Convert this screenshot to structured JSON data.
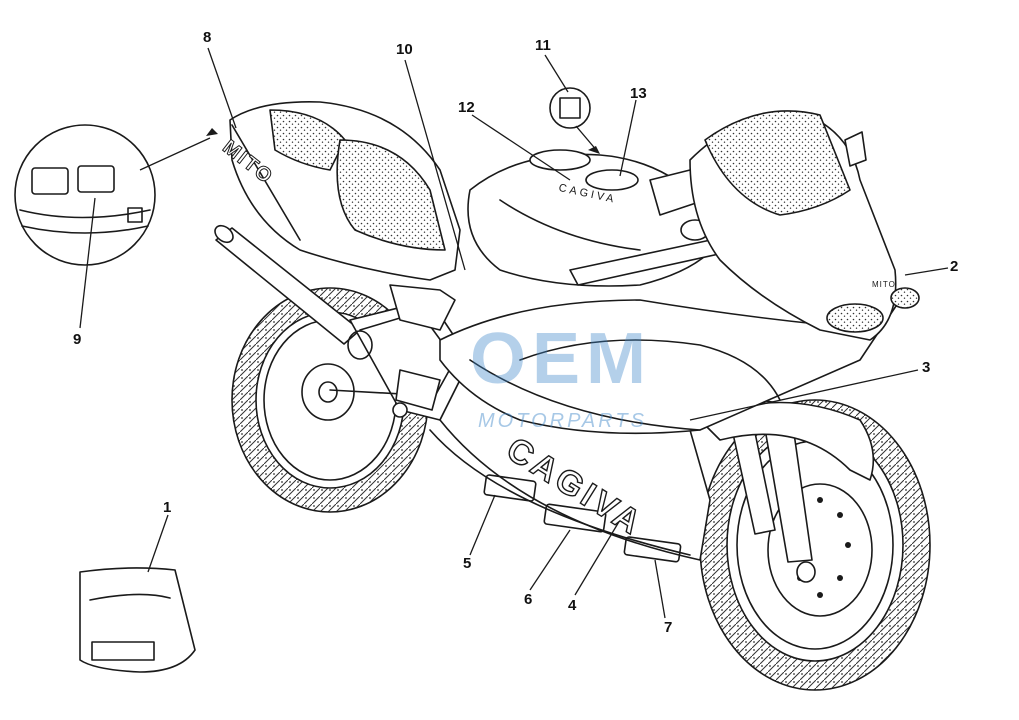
{
  "diagram": {
    "callouts": [
      {
        "id": "c1",
        "label": "1"
      },
      {
        "id": "c2",
        "label": "2"
      },
      {
        "id": "c3",
        "label": "3"
      },
      {
        "id": "c4",
        "label": "4"
      },
      {
        "id": "c5",
        "label": "5"
      },
      {
        "id": "c6",
        "label": "6"
      },
      {
        "id": "c7",
        "label": "7"
      },
      {
        "id": "c8",
        "label": "8"
      },
      {
        "id": "c9",
        "label": "9"
      },
      {
        "id": "c10",
        "label": "10"
      },
      {
        "id": "c11",
        "label": "11"
      },
      {
        "id": "c12",
        "label": "12"
      },
      {
        "id": "c13",
        "label": "13"
      }
    ],
    "decals": {
      "fairing_logo": "CAGIVA",
      "tank_logo": "CAGIVA",
      "tail_logo": "MITO",
      "nose_logo": "MITO"
    }
  },
  "watermark": {
    "logo": "OEM",
    "tagline": "MOTORPARTS",
    "color": "#3d86c9"
  },
  "colors": {
    "line": "#1a1a1a",
    "background": "#ffffff"
  }
}
